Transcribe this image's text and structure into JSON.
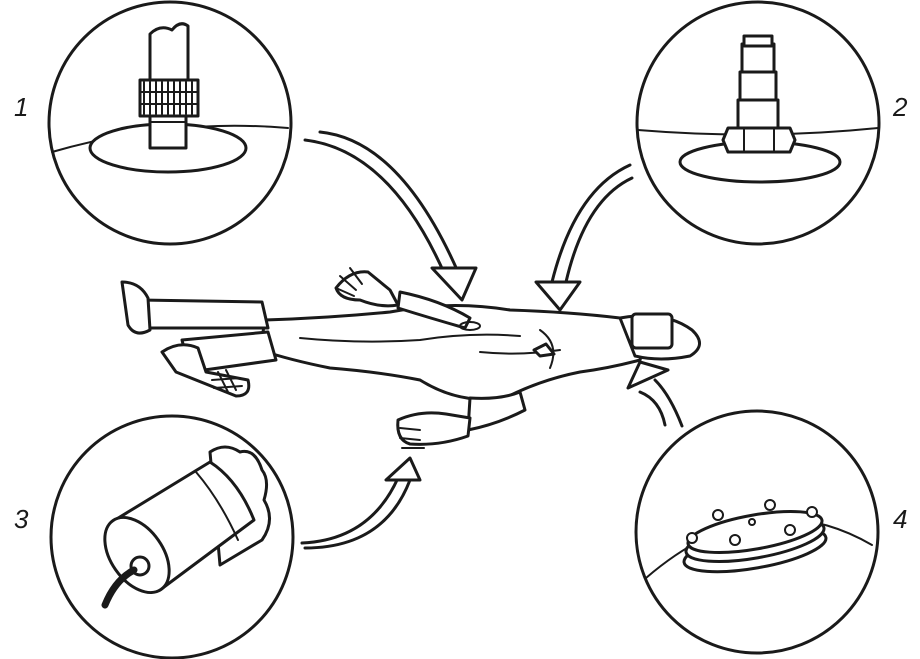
{
  "figure": {
    "labels": [
      "1",
      "2",
      "3",
      "4"
    ]
  },
  "colors": {
    "ink": "#1a1a1a",
    "background": "#ffffff"
  }
}
